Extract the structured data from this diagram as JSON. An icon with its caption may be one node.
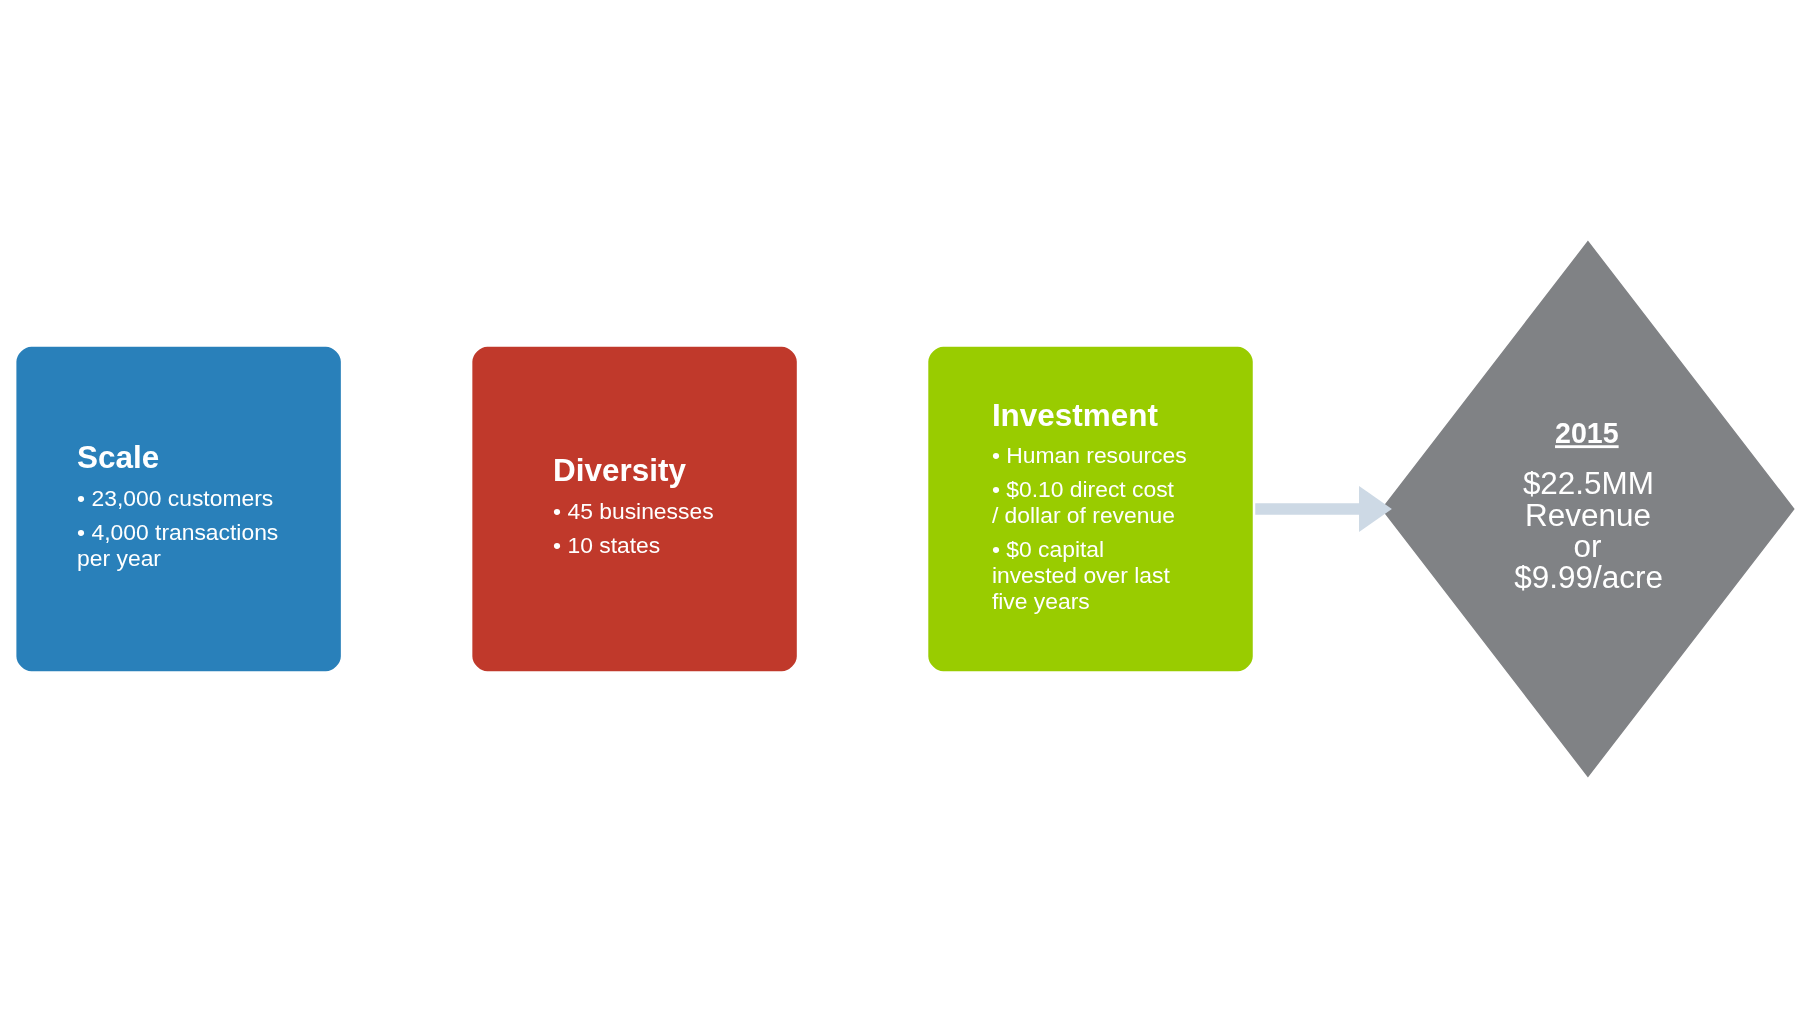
{
  "diagram": {
    "nodes": [
      {
        "text": [
          "Scale",
          "• 23,000 customers",
          "• 4,000 transactions per year"
        ]
      },
      {
        "text": [
          "Diversity",
          "• 45 businesses",
          "• 10 states"
        ]
      },
      {
        "text": [
          "Investment",
          "• Human resources",
          "• $0.10 direct cost / dollar of revenue",
          "• $0 capital invested over last five years"
        ]
      },
      {
        "text": [
          "2015",
          "$22.5MM Revenue or $9.99/acre"
        ]
      }
    ],
    "edges": [
      {
        "from": 2,
        "to": 3,
        "arrow": "to",
        "color": "#cdd9e5"
      }
    ]
  }
}
